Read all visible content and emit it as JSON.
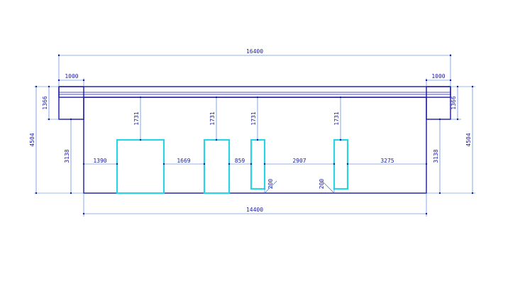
{
  "colors": {
    "outline": "#1a1aa6",
    "dimension": "#2f6fd0",
    "opening": "#2ad4e6",
    "background": "#ffffff"
  },
  "dimensions": {
    "overall_top": "16400",
    "overall_bottom": "14400",
    "left_step_width": "1000",
    "right_step_width": "1000",
    "left_step_height": "1366",
    "right_step_height": "1366",
    "left_total_height": "4504",
    "right_total_height": "4504",
    "left_wall_height": "3138",
    "right_wall_height": "3138",
    "opening1_height": "1731",
    "opening2_height": "1731",
    "opening3_height": "1731",
    "opening4_height": "1731",
    "span1": "1390",
    "span2": "1669",
    "span3": "859",
    "span4": "2907",
    "span5": "3275",
    "sill_left": "200",
    "sill_right": "200"
  }
}
